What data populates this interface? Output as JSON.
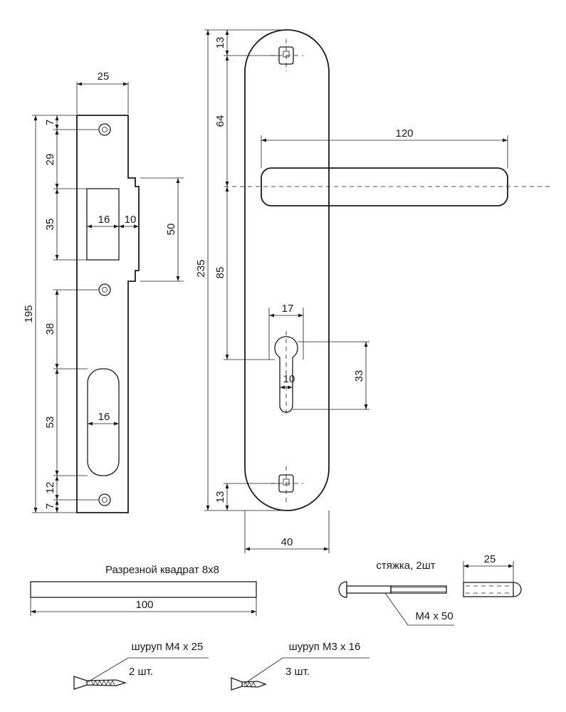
{
  "strike_plate": {
    "dims": {
      "width": "25",
      "total_height": "195",
      "top_hole": "7",
      "to_latch": "29",
      "latch_h": "35",
      "latch_w": "16",
      "lip": "10",
      "lip_h": "50",
      "mid_gap": "38",
      "bolt_h": "53",
      "bolt_w": "16",
      "bolt_to_hole": "12",
      "bottom_hole": "7"
    }
  },
  "plate": {
    "dims": {
      "total_height": "235",
      "top_screw": "13",
      "screw_to_handle": "64",
      "handle_length": "120",
      "handle_to_cylinder": "85",
      "cylinder_width": "17",
      "cylinder_slot": "10",
      "cylinder_height": "33",
      "bottom_screw": "13",
      "plate_width": "40"
    }
  },
  "spindle": {
    "label": "Разрезной квадрат 8х8",
    "length": "100"
  },
  "tie_bolt": {
    "label": "стяжка, 2шт",
    "thread": "М4 х 50",
    "sleeve_length": "25"
  },
  "screws": [
    {
      "label": "шуруп М4 х 25",
      "qty": "2 шт."
    },
    {
      "label": "шуруп М3 х 16",
      "qty": "3 шт."
    }
  ]
}
